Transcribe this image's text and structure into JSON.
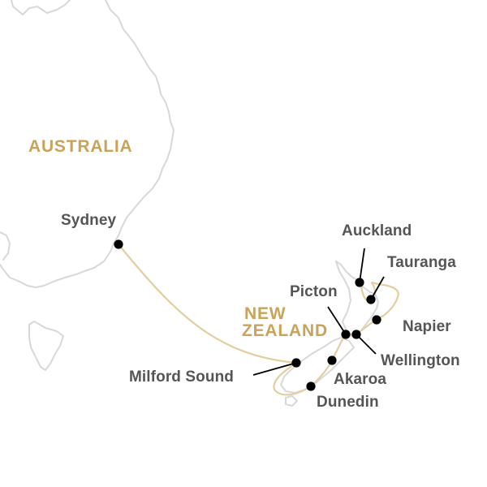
{
  "map": {
    "regions": {
      "australia": "AUSTRALIA",
      "new_zealand_line1": "NEW",
      "new_zealand_line2": "ZEALAND"
    },
    "ports": {
      "sydney": "Sydney",
      "auckland": "Auckland",
      "tauranga": "Tauranga",
      "picton": "Picton",
      "napier": "Napier",
      "wellington": "Wellington",
      "milford_sound": "Milford Sound",
      "akaroa": "Akaroa",
      "dunedin": "Dunedin"
    },
    "colors": {
      "coastline": "#d8d8d8",
      "route": "#e2cf9f",
      "region_label": "#c9a35a",
      "port_label": "#555555",
      "port_marker": "#000000",
      "leader_line": "#000000"
    }
  }
}
